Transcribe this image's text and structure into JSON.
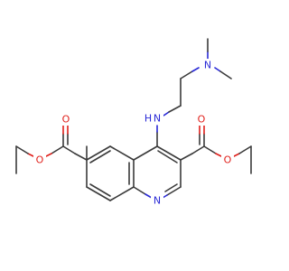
{
  "molecule": {
    "atoms": {
      "amine_n": "N",
      "amine_h": "H",
      "dimethyl_n": "N",
      "quinoline_n": "N",
      "ester3_carbonyl_o": "O",
      "ester3_ether_o": "O",
      "ester6_carbonyl_o": "O",
      "ester6_ether_o": "O"
    },
    "colors": {
      "bond": "#3a3a3a",
      "oxygen": "#e0201b",
      "nitrogen": "#2a2ad6",
      "background": "#ffffff"
    }
  }
}
